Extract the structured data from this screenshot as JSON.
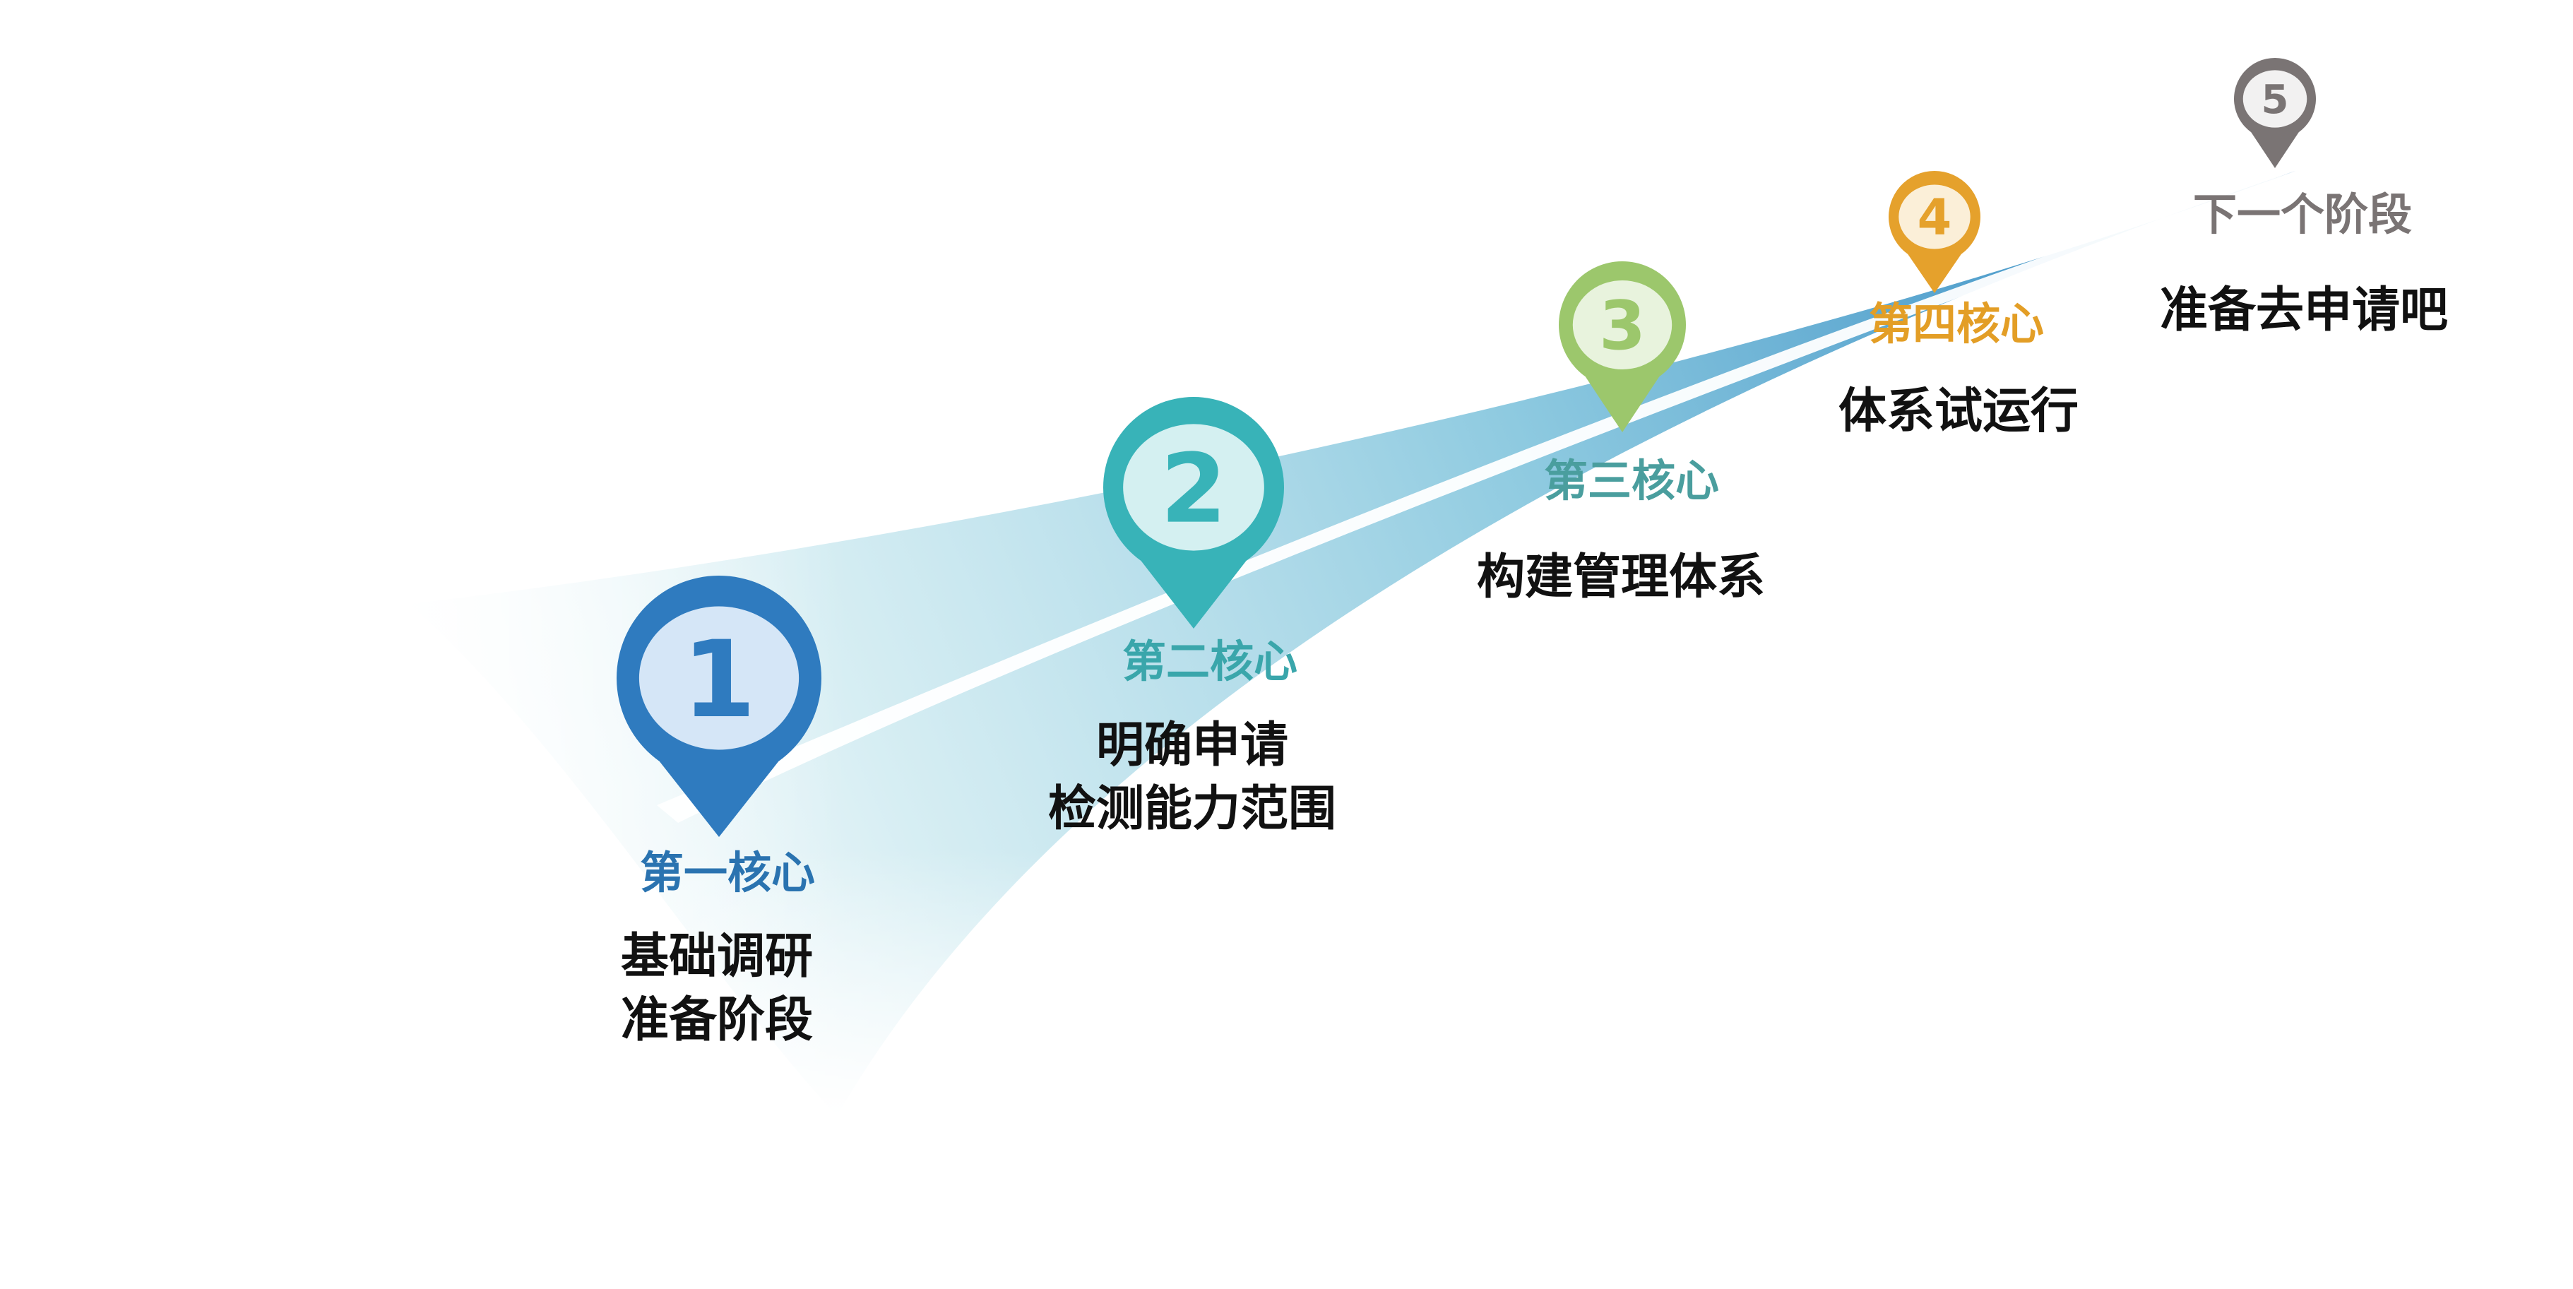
{
  "stages": [
    {
      "number": "1",
      "title": "第一核心",
      "lines": [
        "基础调研",
        "准备阶段"
      ],
      "color": "#2F7BBF",
      "inner": "#D5E6F7",
      "text_color": "#2a73b0"
    },
    {
      "number": "2",
      "title": "第二核心",
      "lines": [
        "明确申请",
        "检测能力范围"
      ],
      "color": "#38B3B8",
      "inner": "#D4F0F1",
      "text_color": "#3aa6ab"
    },
    {
      "number": "3",
      "title": "第三核心",
      "lines": [
        "构建管理体系"
      ],
      "color": "#9CC76C",
      "inner": "#E8F3DD",
      "text_color": "#4a9e9e"
    },
    {
      "number": "4",
      "title": "第四核心",
      "lines": [
        "体系试运行"
      ],
      "color": "#E5A12C",
      "inner": "#FBEFD8",
      "text_color": "#E39E26"
    },
    {
      "number": "5",
      "title": "下一个阶段",
      "lines": [
        "准备去申请吧"
      ],
      "color": "#7A7474",
      "inner": "#F2F1F1",
      "text_color": "#7A7474"
    }
  ]
}
